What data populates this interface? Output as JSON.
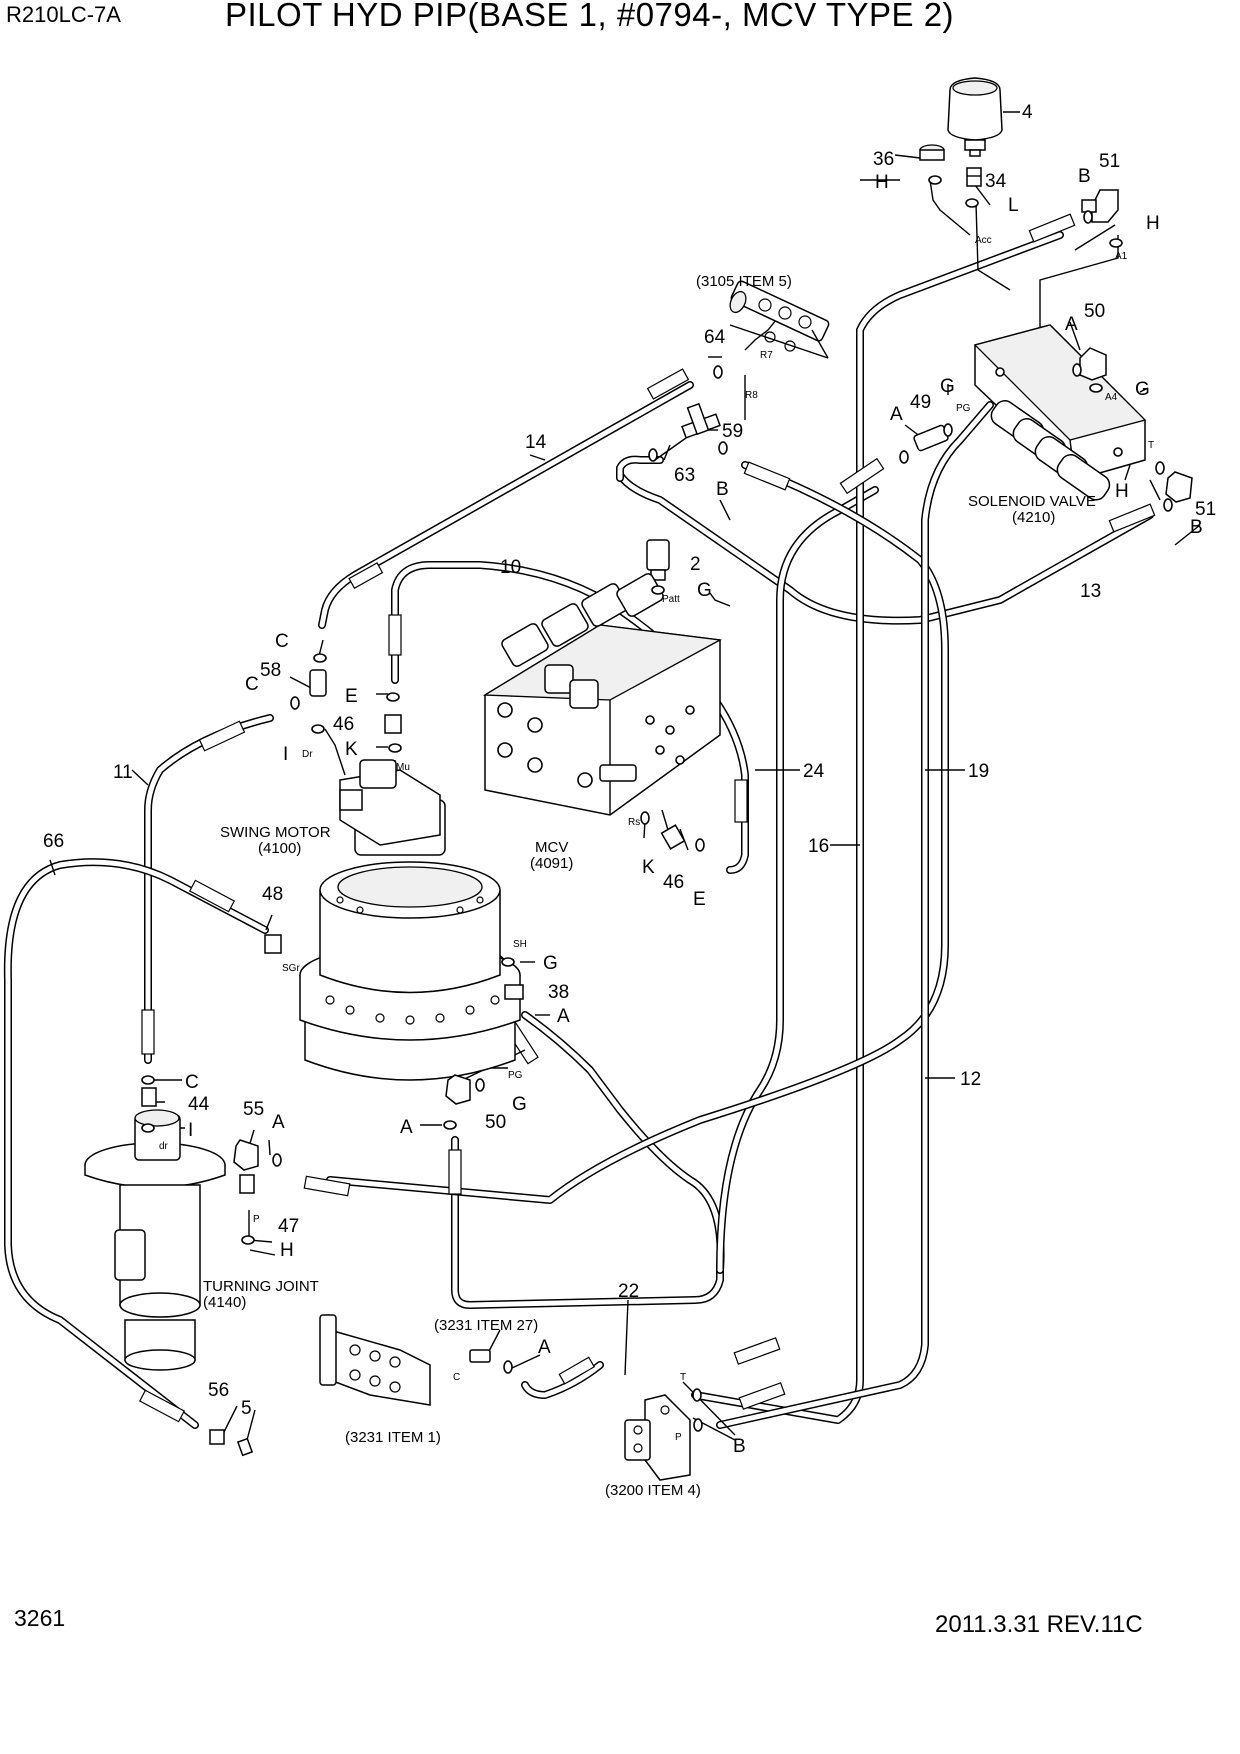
{
  "header": {
    "model": "R210LC-7A",
    "title": "PILOT HYD PIP(BASE 1, #0794-, MCV TYPE 2)"
  },
  "footer": {
    "page": "3261",
    "revision": "2011.3.31 REV.11C"
  },
  "components": {
    "swing_motor": {
      "name": "SWING MOTOR",
      "ref": "(4100)"
    },
    "mcv": {
      "name": "MCV",
      "ref": "(4091)"
    },
    "solenoid_valve": {
      "name": "SOLENOID VALVE",
      "ref": "(4210)"
    },
    "turning_joint": {
      "name": "TURNING JOINT",
      "ref": "(4140)"
    },
    "ref_3105": "(3105 ITEM 5)",
    "ref_3231_27": "(3231 ITEM 27)",
    "ref_3231_1": "(3231 ITEM 1)",
    "ref_3200_4": "(3200 ITEM 4)"
  },
  "callouts": {
    "n4": "4",
    "n36": "36",
    "n34": "34",
    "n51a": "51",
    "n51b": "51",
    "n50a": "50",
    "n50b": "50",
    "n64": "64",
    "n59": "59",
    "n63": "63",
    "n49": "49",
    "n14": "14",
    "n13": "13",
    "n10": "10",
    "n2": "2",
    "n58": "58",
    "n46a": "46",
    "n46b": "46",
    "n11": "11",
    "n66": "66",
    "n48": "48",
    "n38": "38",
    "n24": "24",
    "n16": "16",
    "n19": "19",
    "n12": "12",
    "n44": "44",
    "n55": "55",
    "n47": "47",
    "n22": "22",
    "n56": "56",
    "n5": "5",
    "H1": "H",
    "L1": "L",
    "B1": "B",
    "H2": "H",
    "A1": "A",
    "G1": "G",
    "A2": "A",
    "G2": "G",
    "B2": "B",
    "H3": "H",
    "B3": "B",
    "G3": "G",
    "C1": "C",
    "C2": "C",
    "E1": "E",
    "K1": "K",
    "I1": "I",
    "K2": "K",
    "E2": "E",
    "G4": "G",
    "A3": "A",
    "G5": "G",
    "A4": "A",
    "C3": "C",
    "I2": "I",
    "A5": "A",
    "H4": "H",
    "A6": "A",
    "B4": "B"
  },
  "ports": {
    "acc": "Acc",
    "a1": "A1",
    "r7": "R7",
    "r8": "R8",
    "pg1": "PG",
    "a4": "A4",
    "t1": "T",
    "patt": "Patt",
    "dr": "Dr",
    "mu": "Mu",
    "rs": "Rs",
    "sh": "SH",
    "sgr": "SGr",
    "pg2": "PG",
    "dr2": "dr",
    "p1": "P",
    "c1": "C",
    "t2": "T",
    "p2": "P"
  },
  "colors": {
    "ink": "#000000",
    "paper": "#ffffff"
  }
}
